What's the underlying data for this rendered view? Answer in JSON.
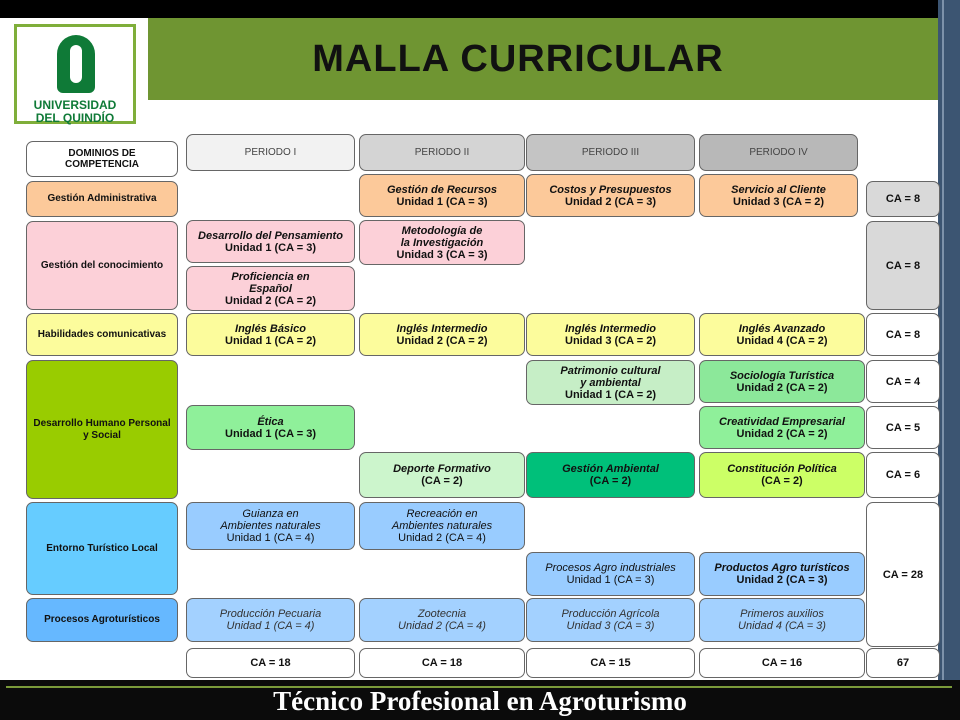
{
  "title": "MALLA CURRICULAR",
  "footer": "Técnico Profesional en Agroturismo",
  "logo": {
    "line1": "UNIVERSIDAD",
    "line2": "DEL QUINDÍO"
  },
  "colors": {
    "header_green": "#6f9532",
    "gestion_admin": "#fcc99a",
    "gestion_conocimiento": "#fcd0d8",
    "habilidades": "#fcfc9c",
    "desarrollo_humano": "#99cc00",
    "entorno": "#66ccff",
    "procesos": "#66b8ff"
  },
  "periods": [
    "PERIODO I",
    "PERIODO II",
    "PERIODO III",
    "PERIODO IV"
  ],
  "dominios_header": "DOMINIOS DE COMPETENCIA",
  "dominios": {
    "admin": "Gestión Administrativa",
    "conocimiento": "Gestión del conocimiento",
    "habilidades": "Habilidades comunicativas",
    "humano": "Desarrollo Humano Personal y Social",
    "entorno": "Entorno Turístico Local",
    "procesos": "Procesos Agroturísticos"
  },
  "courses": {
    "gestion_recursos": {
      "name": "Gestión de Recursos",
      "unit": "Unidad 1 (CA = 3)"
    },
    "costos": {
      "name": "Costos y Presupuestos",
      "unit": "Unidad 2 (CA = 3)"
    },
    "servicio": {
      "name": "Servicio al Cliente",
      "unit": "Unidad 3 (CA = 2)"
    },
    "pensamiento": {
      "name": "Desarrollo del Pensamiento",
      "unit": "Unidad 1 (CA = 3)"
    },
    "metodologia": {
      "name1": "Metodología de",
      "name2": "la Investigación",
      "unit": "Unidad 3 (CA = 3)"
    },
    "proficiencia": {
      "name1": "Proficiencia en",
      "name2": "Español",
      "unit": "Unidad 2 (CA = 2)"
    },
    "ingles_basico": {
      "name": "Inglés Básico",
      "unit": "Unidad 1 (CA = 2)"
    },
    "ingles_int2": {
      "name": "Inglés Intermedio",
      "unit": "Unidad 2 (CA = 2)"
    },
    "ingles_int3": {
      "name": "Inglés Intermedio",
      "unit": "Unidad 3 (CA = 2)"
    },
    "ingles_avanzado": {
      "name": "Inglés Avanzado",
      "unit": "Unidad 4 (CA = 2)"
    },
    "patrimonio": {
      "name1": "Patrimonio cultural",
      "name2": "y ambiental",
      "unit": "Unidad 1 (CA = 2)"
    },
    "sociologia": {
      "name": "Sociología Turística",
      "unit": "Unidad 2 (CA = 2)"
    },
    "etica": {
      "name": "Ética",
      "unit": "Unidad 1 (CA = 3)"
    },
    "creatividad": {
      "name": "Creatividad Empresarial",
      "unit": "Unidad 2 (CA = 2)"
    },
    "deporte": {
      "name": "Deporte Formativo",
      "unit": "(CA = 2)"
    },
    "gestion_ambiental": {
      "name": "Gestión Ambiental",
      "unit": "(CA = 2)"
    },
    "constitucion": {
      "name": "Constitución Política",
      "unit": "(CA = 2)"
    },
    "guianza": {
      "name1": "Guianza en",
      "name2": "Ambientes naturales",
      "unit": "Unidad 1 (CA = 4)"
    },
    "recreacion": {
      "name1": "Recreación en",
      "name2": "Ambientes naturales",
      "unit": "Unidad 2 (CA = 4)"
    },
    "agro_industriales": {
      "name": "Procesos Agro industriales",
      "unit": "Unidad 1 (CA = 3)"
    },
    "agro_turisticos": {
      "name": "Productos Agro turísticos",
      "unit": "Unidad 2  (CA = 3)"
    },
    "pecuaria": {
      "name": "Producción Pecuaria",
      "unit": "Unidad 1 (CA = 4)"
    },
    "zootecnia": {
      "name": "Zootecnia",
      "unit": "Unidad 2 (CA = 4)"
    },
    "agricola": {
      "name": "Producción Agrícola",
      "unit": "Unidad 3 (CA = 3)"
    },
    "auxilios": {
      "name": "Primeros auxilios",
      "unit": "Unidad 4 (CA = 3)"
    }
  },
  "row_totals": [
    "CA = 8",
    "CA = 8",
    "CA = 8",
    "CA = 4",
    "CA = 5",
    "CA = 6",
    "CA = 28"
  ],
  "column_totals": [
    "CA = 18",
    "CA = 18",
    "CA = 15",
    "CA = 16"
  ],
  "grand_total": "67"
}
